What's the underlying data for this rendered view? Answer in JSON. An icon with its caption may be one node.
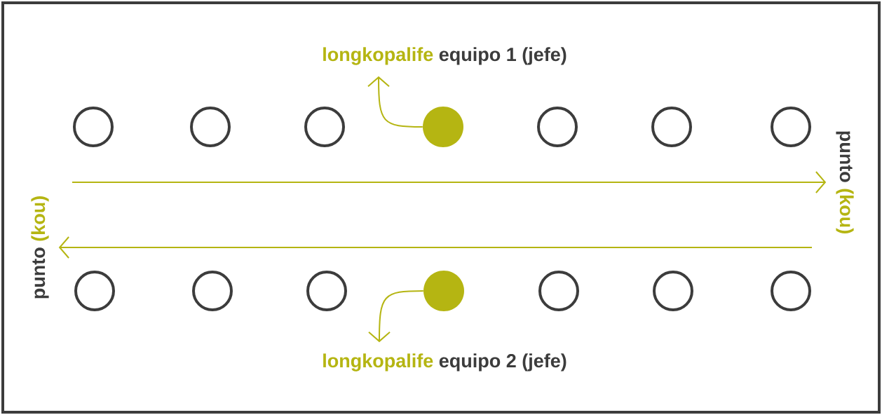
{
  "diagram": {
    "nodes": [
      {
        "text": [
          "longkopalife",
          "equipo 1 (jefe)"
        ]
      },
      {
        "text": [],
        "shape": "circle"
      },
      {
        "text": [],
        "shape": "circle"
      },
      {
        "text": [],
        "shape": "circle"
      },
      {
        "text": [],
        "shape": "dot"
      },
      {
        "text": [],
        "shape": "circle"
      },
      {
        "text": [],
        "shape": "circle"
      },
      {
        "text": [],
        "shape": "circle"
      },
      {
        "text": [],
        "shape": "circle"
      },
      {
        "text": [],
        "shape": "circle"
      },
      {
        "text": [],
        "shape": "circle"
      },
      {
        "text": [],
        "shape": "dot"
      },
      {
        "text": [],
        "shape": "circle"
      },
      {
        "text": [],
        "shape": "circle"
      },
      {
        "text": [],
        "shape": "circle"
      },
      {
        "text": [
          "longkopalife",
          "equipo 2 (jefe)"
        ]
      },
      {
        "text": [
          "punto",
          "(kou)"
        ]
      },
      {
        "text": [
          "punto",
          "(kou)"
        ]
      }
    ],
    "edges": [
      {
        "from": 4,
        "to": 0,
        "arrow": "to"
      },
      {
        "from": 11,
        "to": 15,
        "arrow": "to"
      },
      {
        "from": null,
        "to": 17,
        "arrow": "to"
      },
      {
        "from": null,
        "to": 16,
        "arrow": "to"
      }
    ]
  }
}
